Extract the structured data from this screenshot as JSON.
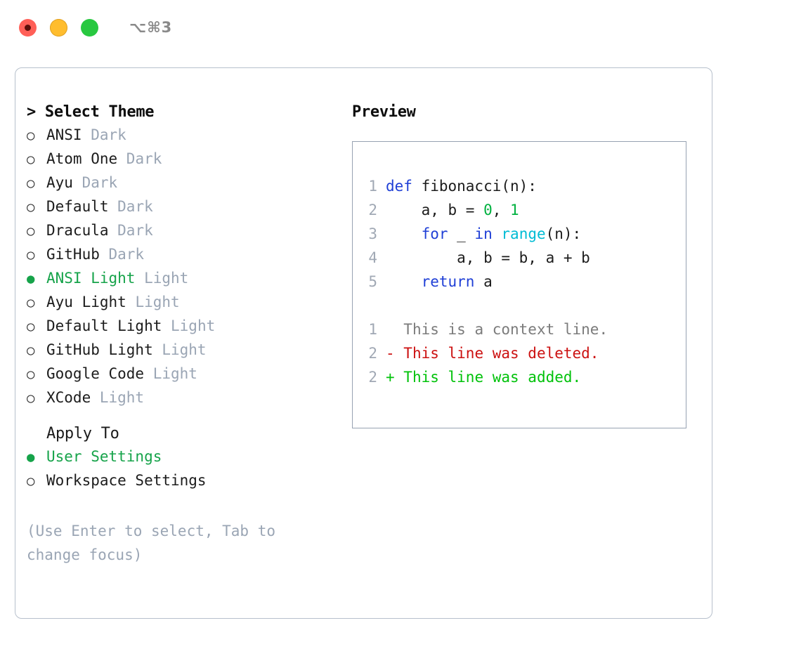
{
  "titlebar": {
    "dots": [
      {
        "name": "close-button",
        "color": "#ff5f57"
      },
      {
        "name": "minimize-button",
        "color": "#ffbd2e"
      },
      {
        "name": "maximize-button",
        "color": "#28c840"
      }
    ],
    "shortcut": "⌥⌘3"
  },
  "theme_section": {
    "heading": "> Select Theme",
    "items": [
      {
        "bullet": "○",
        "name": "ANSI",
        "suffix": "Dark",
        "selected": false
      },
      {
        "bullet": "○",
        "name": "Atom One",
        "suffix": "Dark",
        "selected": false
      },
      {
        "bullet": "○",
        "name": "Ayu",
        "suffix": "Dark",
        "selected": false
      },
      {
        "bullet": "○",
        "name": "Default",
        "suffix": "Dark",
        "selected": false
      },
      {
        "bullet": "○",
        "name": "Dracula",
        "suffix": "Dark",
        "selected": false
      },
      {
        "bullet": "○",
        "name": "GitHub",
        "suffix": "Dark",
        "selected": false
      },
      {
        "bullet": "●",
        "name": "ANSI Light",
        "suffix": "Light",
        "selected": true
      },
      {
        "bullet": "○",
        "name": "Ayu Light",
        "suffix": "Light",
        "selected": false
      },
      {
        "bullet": "○",
        "name": "Default Light",
        "suffix": "Light",
        "selected": false
      },
      {
        "bullet": "○",
        "name": "GitHub Light",
        "suffix": "Light",
        "selected": false
      },
      {
        "bullet": "○",
        "name": "Google Code",
        "suffix": "Light",
        "selected": false
      },
      {
        "bullet": "○",
        "name": "XCode",
        "suffix": "Light",
        "selected": false
      }
    ]
  },
  "apply_section": {
    "heading": "Apply To",
    "items": [
      {
        "bullet": "●",
        "name": "User Settings",
        "selected": true
      },
      {
        "bullet": "○",
        "name": "Workspace Settings",
        "selected": false
      }
    ]
  },
  "hint": "(Use Enter to select, Tab to change focus)",
  "preview": {
    "heading": "Preview",
    "code": [
      {
        "no": "1",
        "tokens": [
          {
            "t": "def ",
            "c": "kw"
          },
          {
            "t": "fibonacci(n):",
            "c": "txt"
          }
        ]
      },
      {
        "no": "2",
        "tokens": [
          {
            "t": "    a, b = ",
            "c": "txt"
          },
          {
            "t": "0",
            "c": "num"
          },
          {
            "t": ", ",
            "c": "txt"
          },
          {
            "t": "1",
            "c": "num"
          }
        ]
      },
      {
        "no": "3",
        "tokens": [
          {
            "t": "    ",
            "c": "txt"
          },
          {
            "t": "for",
            "c": "kw"
          },
          {
            "t": " _ ",
            "c": "txt"
          },
          {
            "t": "in",
            "c": "kw"
          },
          {
            "t": " ",
            "c": "txt"
          },
          {
            "t": "range",
            "c": "fn"
          },
          {
            "t": "(n):",
            "c": "txt"
          }
        ]
      },
      {
        "no": "4",
        "tokens": [
          {
            "t": "        a, b = b, a + b",
            "c": "txt"
          }
        ]
      },
      {
        "no": "5",
        "tokens": [
          {
            "t": "    ",
            "c": "txt"
          },
          {
            "t": "return",
            "c": "kw"
          },
          {
            "t": " a",
            "c": "txt"
          }
        ]
      }
    ],
    "diff": [
      {
        "no": "1",
        "marker": "  ",
        "text": "This is a context line.",
        "kind": "ctx"
      },
      {
        "no": "2",
        "marker": "- ",
        "text": "This line was deleted.",
        "kind": "del"
      },
      {
        "no": "2",
        "marker": "+ ",
        "text": "This line was added.",
        "kind": "add"
      }
    ]
  },
  "colors": {
    "accent_green": "#16a34a",
    "muted": "#9aa5b4",
    "keyword": "#1f3fd6",
    "function": "#00bcd4",
    "number": "#00b140",
    "diff_delete": "#cc1111",
    "diff_add": "#00c20a",
    "border": "#b7c0cc"
  }
}
